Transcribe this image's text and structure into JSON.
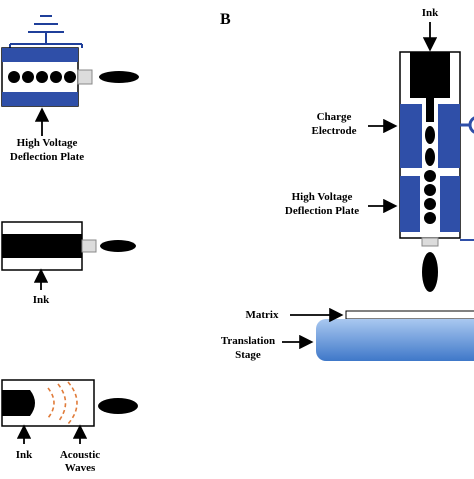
{
  "panel_b": {
    "label": "B",
    "ink_label": "Ink",
    "charge_label_line1": "Charge",
    "charge_label_line2": "Electrode",
    "hv_label_line1": "High Voltage",
    "hv_label_line2": "Deflection Plate",
    "matrix_label": "Matrix",
    "stage_label_line1": "Translation",
    "stage_label_line2": "Stage"
  },
  "panel_a_top": {
    "hv_label_line1": "High Voltage",
    "hv_label_line2": "Deflection Plate"
  },
  "panel_a_middle": {
    "ink_label": "Ink"
  },
  "panel_a_bottom": {
    "ink_label": "Ink",
    "acoustic_label_line1": "Acoustic",
    "acoustic_label_line2": "Waves"
  },
  "colors": {
    "electrode_blue": "#2f4fa8",
    "ink_black": "#000000",
    "acoustic_orange": "#e07b39",
    "stage_blue": "#5a8fd6"
  }
}
